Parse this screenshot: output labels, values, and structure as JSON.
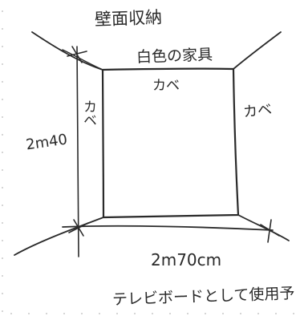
{
  "diagram": {
    "title_line1": "壁面収納",
    "title_line2": "白色の家具",
    "wall_back": "カベ",
    "wall_left": "カベ",
    "wall_right": "カベ",
    "height_dimension": "2m40",
    "width_dimension": "2m70cm",
    "footer_note": "テレビボードとして使用予"
  },
  "colors": {
    "ink": "#2a2a2a",
    "paper": "#ffffff",
    "dots": "#b8b8b8"
  }
}
